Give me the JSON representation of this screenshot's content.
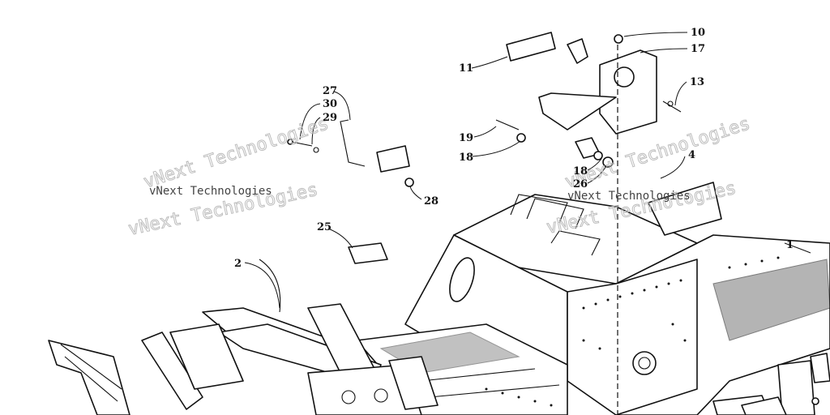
{
  "watermarks": [
    "vNext Technologies",
    "vNext Technologies"
  ],
  "watermark_small": "vNext Technologies",
  "callouts": {
    "c1": "1",
    "c2": "2",
    "c4": "4",
    "c10": "10",
    "c11": "11",
    "c13": "13",
    "c17": "17",
    "c18a": "18",
    "c18b": "18",
    "c19": "19",
    "c25": "25",
    "c26": "26",
    "c27": "27",
    "c28": "28",
    "c29": "29",
    "c30": "30"
  }
}
